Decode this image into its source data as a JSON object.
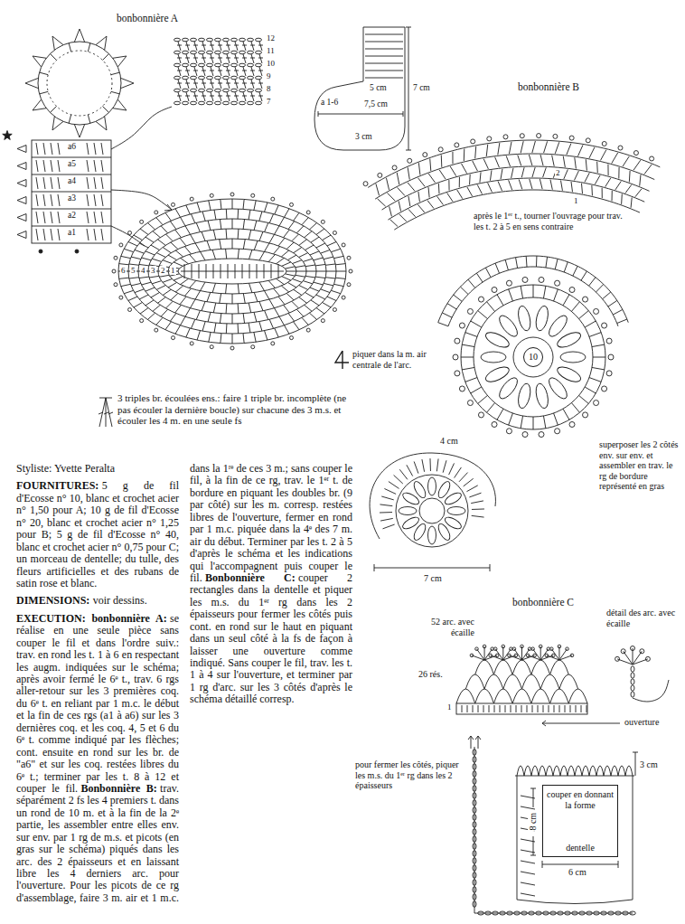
{
  "diagram": {
    "nodes": [
      {
        "text": [
          "10"
        ]
      },
      {
        "text": [
          "couper en donnant la forme",
          "dentelle"
        ]
      }
    ],
    "labels": [
      "bonbonnière A",
      "12",
      "11",
      "10",
      "9",
      "8",
      "7",
      "a 1-6",
      "5 cm",
      "7 cm",
      "7,5 cm",
      "3 cm",
      "bonbonnière B",
      "a6",
      "a5",
      "a4",
      "a3",
      "a2",
      "a1",
      "2",
      "1",
      "après le 1ᵉʳ t., tourner l'ouvrage pour trav. les t. 2 à 5 en sens contraire",
      "6",
      "5",
      "4",
      "3",
      "2",
      "1",
      "superposer les 2 côtés env. sur env. et assembler en trav. le rg de bordure représenté en gras",
      "4 cm",
      "7 cm",
      "bonbonnière C",
      "52 arc. avec écaille",
      "détail des arc. avec écaille",
      "26 rés.",
      "1",
      "ouverture",
      "pour fermer les côtés, piquer les m.s. du 1ᵉʳ rg dans les 2 épaisseurs",
      "3 cm",
      "8 cm",
      "6 cm",
      "Styliste: Yvette Peralta",
      "FOURNITURES:",
      "5 g de fil d'Ecosse n° 10, blanc et crochet acier n° 1,50 pour A; 10 g de fil d'Ecosse n° 20, blanc et crochet acier n° 1,25 pour B; 5 g de fil d'Ecosse n° 40, blanc et crochet acier n° 0,75 pour C; un morceau de dentelle; du tulle, des fleurs artificielles et des rubans de satin rose et blanc.",
      "DIMENSIONS:",
      "voir dessins.",
      "EXECUTION: bonbonnière A:",
      "se réalise en une seule pièce sans couper le fil et dans l'ordre suiv.: trav. en rond les t. 1 à 6 en respectant les augm. indiquées sur le schéma; après avoir fermé le 6ᵉ t., trav. 6 rgs aller-retour sur les 3 premières coq. du 6ᵉ t. en reliant par 1 m.c. le début et la fin de ces rgs (a1 à a6) sur les 3 dernières coq. et les coq. 4, 5 et 6 du 6ᵉ t. comme indiqué par les flèches; cont. ensuite en rond sur les br. de \"a6\" et sur les coq. restées libres du 6ᵉ t.; terminer par les t. 8 à 12 et couper le fil.",
      "Bonbonnière B:",
      "trav. séparément 2 fs les 4 premiers t. dans un rond de 10 m. et à la fin de la 2ᵉ partie, les assembler entre elles env. sur env. par 1 rg de m.s. et picots (en gras sur le schéma) piqués dans les arc. des 2 épaisseurs et en laissant libre les 4 derniers arc. pour l'ouverture. Pour les picots de ce rg d'assemblage, faire 3 m. air et 1 m.c. dans la 1ʳᵉ de ces 3 m.; sans couper le fil, à la fin de ce rg, trav. le 1ᵉʳ t. de bordure en piquant les doubles br. (9 par côté) sur les m. corresp. restées libres de l'ouverture, fermer en rond par 1 m.c. piquée dans la 4ᵉ des 7 m. air du début. Terminer par les t. 2 à 5 d'après le schéma et les indications qui l'accompagnent puis couper le fil.",
      "Bonbonnière C:",
      "couper 2 rectangles dans la dentelle et piquer les m.s. du 1ᵉʳ rg dans les 2 épaisseurs pour fermer les côtés puis cont. en rond sur le haut en piquant dans un seul côté à la fs de façon à laisser une ouverture comme indiqué. Sans couper le fil, trav. les t. 1 à 4 sur l'ouverture, et terminer par 1 rg d'arc. sur les 3 côtés d'après le schéma détaillé corresp."
    ],
    "legend": [
      {
        "text": "3 triples br. écoulées ens.: faire 1 triple br. incomplète (ne pas écouler la dernière boucle) sur chacune des 3 m.s. et écouler les 4 m. en une seule fs"
      },
      {
        "text": "piquer dans la m. air centrale de l'arc."
      }
    ]
  }
}
